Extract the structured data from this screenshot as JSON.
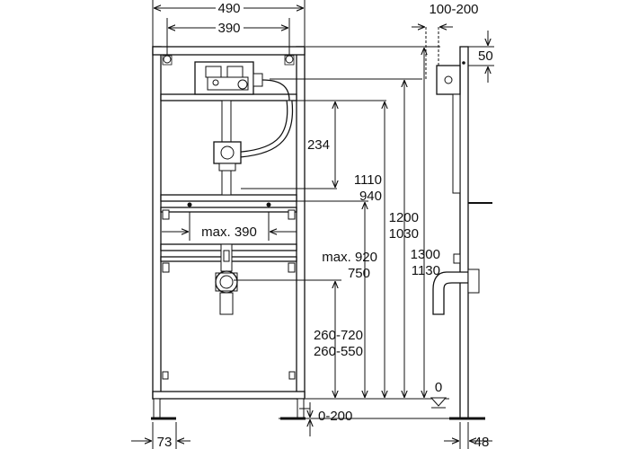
{
  "diagram": {
    "front_view": {
      "width_dimensions": [
        "490",
        "390"
      ],
      "height_dimensions": [
        "234",
        "1110",
        "940",
        "1200",
        "1030",
        "1300",
        "1130"
      ],
      "rail_spacing": "max. 390",
      "outlet_dimensions": [
        "max. 920",
        "750"
      ],
      "drain_dimensions": [
        "260-720",
        "260-550"
      ],
      "foot_adjustment": "0-200",
      "foot_width": "73"
    },
    "side_view": {
      "wall_distance": "100-200",
      "top_offset": "50",
      "floor_level": "0",
      "depth": "48"
    }
  }
}
